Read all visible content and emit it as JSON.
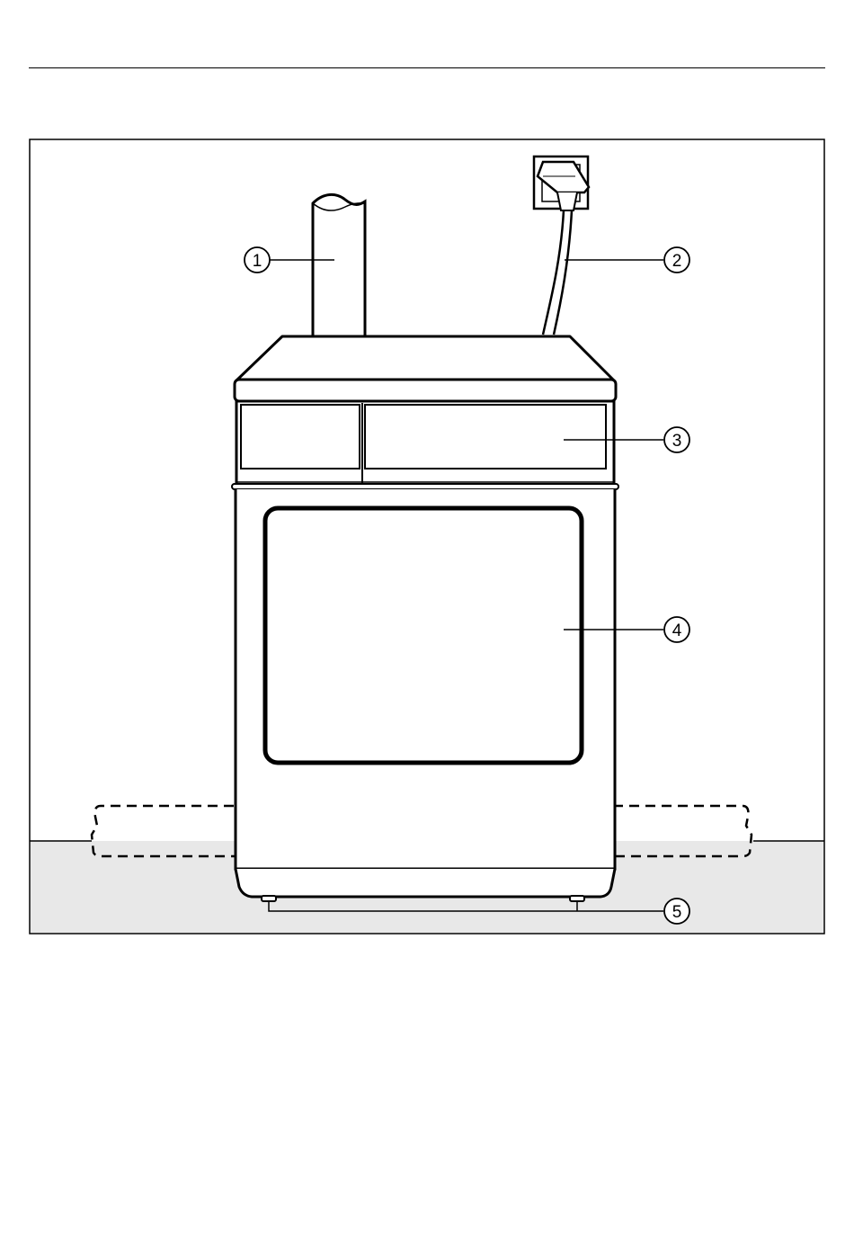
{
  "figure": {
    "callouts": [
      {
        "number": "1",
        "target": "exhaust-duct"
      },
      {
        "number": "2",
        "target": "power-cord-and-outlet"
      },
      {
        "number": "3",
        "target": "control-panel"
      },
      {
        "number": "4",
        "target": "dryer-door"
      },
      {
        "number": "5",
        "target": "adjustable-feet"
      }
    ],
    "colors": {
      "floor": "#e8e8e8",
      "line": "#000000",
      "background": "#ffffff"
    }
  }
}
